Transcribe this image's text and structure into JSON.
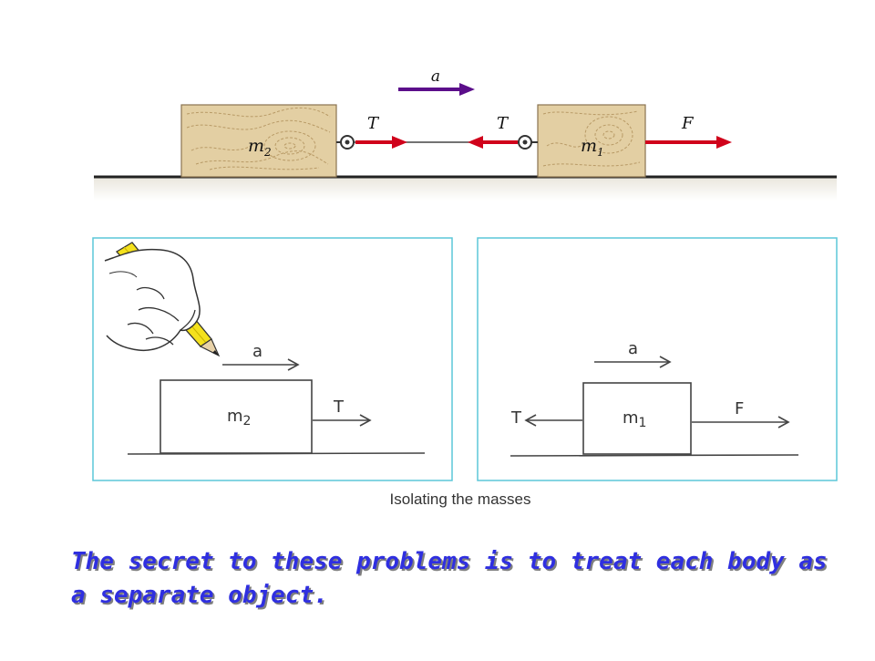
{
  "top_diagram": {
    "acceleration_label": "a",
    "mass_left": {
      "symbol": "m",
      "subscript": "2"
    },
    "mass_right": {
      "symbol": "m",
      "subscript": "1"
    },
    "tension_left_label": "T",
    "tension_right_label": "T",
    "applied_force_label": "F",
    "colors": {
      "force": "#d0021b",
      "acceleration": "#5b0e8a",
      "wood": "#e3cfa3"
    }
  },
  "panel_left": {
    "acceleration_label": "a",
    "mass": {
      "symbol": "m",
      "subscript": "2"
    },
    "tension_label": "T",
    "border_color": "#5bc7d8"
  },
  "panel_right": {
    "acceleration_label": "a",
    "mass": {
      "symbol": "m",
      "subscript": "1"
    },
    "tension_label": "T",
    "force_label": "F",
    "border_color": "#5bc7d8"
  },
  "caption": "Isolating the masses",
  "secret_text": "The secret to these problems is to treat each body as a separate object."
}
